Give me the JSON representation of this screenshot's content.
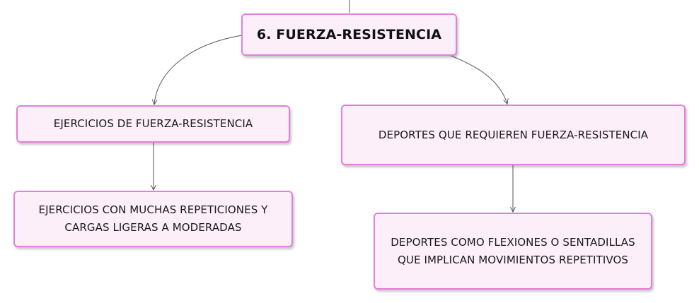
{
  "colors": {
    "node_border": "#e77ed8",
    "node_fill": "#fceffa",
    "connector": "#555555",
    "text": "#1a1a1a"
  },
  "nodes": {
    "root": {
      "label": "6. FUERZA-RESISTENCIA"
    },
    "exercises": {
      "label": "EJERCICIOS DE FUERZA-RESISTENCIA"
    },
    "exercises_detail": {
      "label": "EJERCICIOS CON MUCHAS REPETICIONES Y CARGAS LIGERAS A MODERADAS"
    },
    "sports": {
      "label": "DEPORTES QUE REQUIEREN FUERZA-RESISTENCIA"
    },
    "sports_detail": {
      "label": "DEPORTES COMO FLEXIONES O SENTADILLAS QUE IMPLICAN MOVIMIENTOS REPETITIVOS"
    }
  }
}
